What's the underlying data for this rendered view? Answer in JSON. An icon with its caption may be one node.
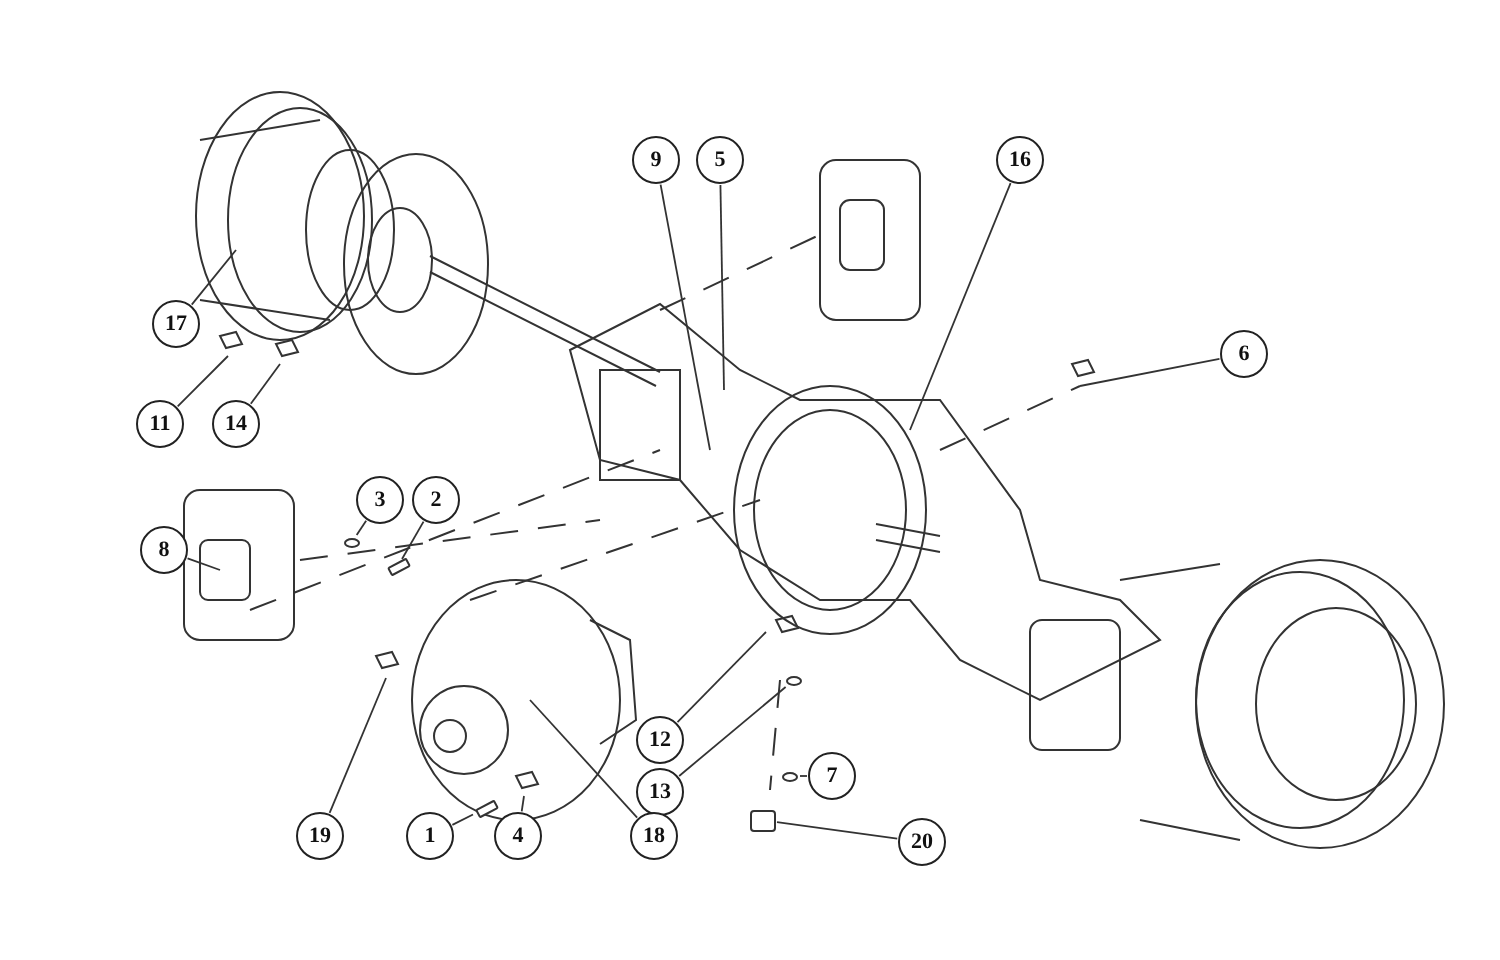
{
  "diagram": {
    "nodes": [
      {
        "text": [
          "9"
        ]
      },
      {
        "text": [
          "5"
        ]
      },
      {
        "text": [
          "16"
        ]
      },
      {
        "text": [
          "17"
        ]
      },
      {
        "text": [
          "6"
        ]
      },
      {
        "text": [
          "11"
        ]
      },
      {
        "text": [
          "14"
        ]
      },
      {
        "text": [
          "3"
        ]
      },
      {
        "text": [
          "2"
        ]
      },
      {
        "text": [
          "8"
        ]
      },
      {
        "text": [
          "12"
        ]
      },
      {
        "text": [
          "13"
        ]
      },
      {
        "text": [
          "7"
        ]
      },
      {
        "text": [
          "19"
        ]
      },
      {
        "text": [
          "1"
        ]
      },
      {
        "text": [
          "4"
        ]
      },
      {
        "text": [
          "18"
        ]
      },
      {
        "text": [
          "20"
        ]
      },
      {
        "text": [],
        "shape": "bolt"
      },
      {
        "text": [],
        "shape": "ring"
      },
      {
        "text": [],
        "shape": "ring"
      },
      {
        "text": [],
        "shape": "ring"
      },
      {
        "text": [],
        "shape": "bolt"
      },
      {
        "text": [],
        "shape": "box"
      }
    ],
    "edges": [
      {
        "from": 0,
        "to": null,
        "arrow": "none"
      },
      {
        "from": 1,
        "to": null,
        "arrow": "none"
      },
      {
        "from": 2,
        "to": null,
        "arrow": "none"
      },
      {
        "from": 3,
        "to": null,
        "arrow": "none"
      },
      {
        "from": 4,
        "to": null,
        "arrow": "none"
      },
      {
        "from": 5,
        "to": null,
        "arrow": "none"
      },
      {
        "from": 6,
        "to": null,
        "arrow": "none"
      },
      {
        "from": 7,
        "to": 19,
        "arrow": "none"
      },
      {
        "from": 8,
        "to": 18,
        "arrow": "none"
      },
      {
        "from": 9,
        "to": null,
        "arrow": "none"
      },
      {
        "from": 10,
        "to": null,
        "arrow": "none"
      },
      {
        "from": 11,
        "to": 20,
        "arrow": "none"
      },
      {
        "from": 12,
        "to": 21,
        "arrow": "none"
      },
      {
        "from": 13,
        "to": null,
        "arrow": "none"
      },
      {
        "from": 14,
        "to": 22,
        "arrow": "none"
      },
      {
        "from": 15,
        "to": null,
        "arrow": "none"
      },
      {
        "from": 16,
        "to": null,
        "arrow": "none"
      },
      {
        "from": 17,
        "to": 23,
        "arrow": "none"
      }
    ]
  }
}
